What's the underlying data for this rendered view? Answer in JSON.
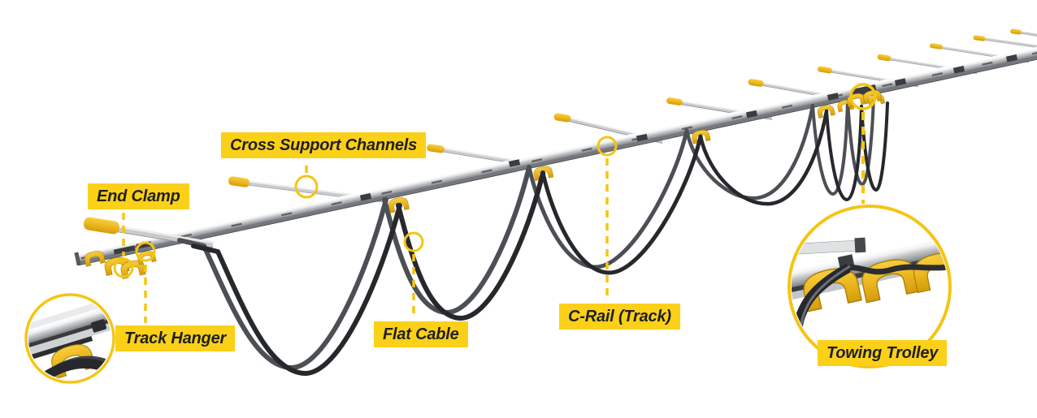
{
  "diagram": {
    "name": "festoon-cable-system-diagram",
    "description": "Labeled 3D diagram of a C-rail festoon flat-cable system"
  },
  "theme": {
    "background": "#FFFFFF",
    "label_bg": "#FBD019",
    "accent": "#F4C513",
    "text": "#1F1F1F",
    "hardware_yellow": "#E9B51D",
    "cable_front": "#26282B",
    "cable_back": "#4C4F54",
    "rail_light": "#F5F6F7",
    "rail_mid": "#C9CBCD",
    "rail_dark": "#85888C"
  },
  "labels": {
    "end_clamp": "End Clamp",
    "cross_support_channels": "Cross Support Channels",
    "track_hanger": "Track Hanger",
    "flat_cable": "Flat Cable",
    "c_rail_track": "C-Rail (Track)",
    "towing_trolley": "Towing Trolley"
  }
}
